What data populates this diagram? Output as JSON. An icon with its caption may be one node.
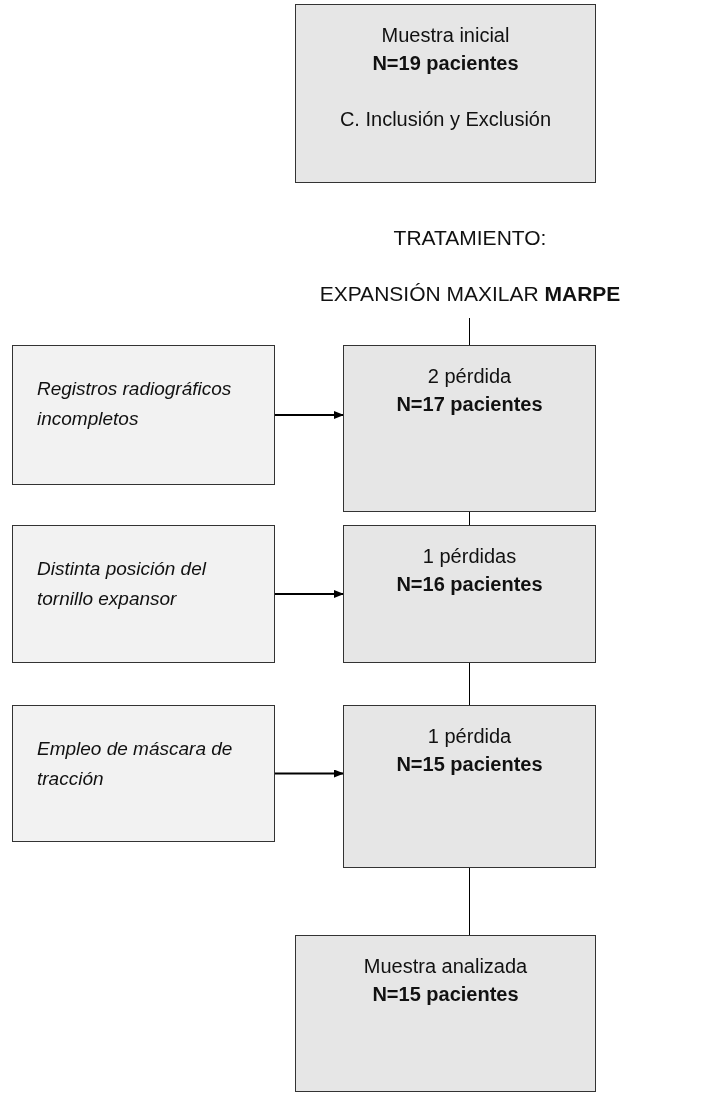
{
  "diagram": {
    "nodes": [
      {
        "text": [
          "Muestra inicial",
          "N=19 pacientes",
          "C. Inclusión y Exclusión"
        ]
      },
      {
        "text": [
          "TRATAMIENTO:",
          "EXPANSIÓN MAXILAR **MARPE**"
        ]
      },
      {
        "text": [
          "Registros radiográficos incompletos"
        ]
      },
      {
        "text": [
          "2 pérdida",
          "N=17 pacientes"
        ]
      },
      {
        "text": [
          "Distinta posición del tornillo expansor"
        ]
      },
      {
        "text": [
          "1 pérdidas",
          "N=16 pacientes"
        ]
      },
      {
        "text": [
          "Empleo de máscara de tracción"
        ]
      },
      {
        "text": [
          "1 pérdida",
          "N=15 pacientes"
        ]
      },
      {
        "text": [
          "Muestra analizada",
          "N=15 pacientes"
        ]
      }
    ],
    "edges": [
      {
        "from": 1,
        "to": 3,
        "arrow": "none"
      },
      {
        "from": 2,
        "to": 3,
        "arrow": "to"
      },
      {
        "from": 3,
        "to": 5,
        "arrow": "none"
      },
      {
        "from": 4,
        "to": 5,
        "arrow": "to"
      },
      {
        "from": 5,
        "to": 7,
        "arrow": "none"
      },
      {
        "from": 6,
        "to": 7,
        "arrow": "to"
      },
      {
        "from": 7,
        "to": 8,
        "arrow": "none"
      }
    ]
  }
}
